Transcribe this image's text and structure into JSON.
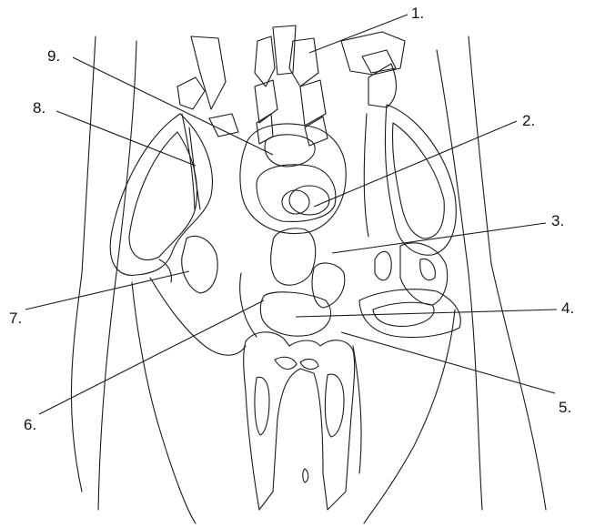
{
  "labels": [
    {
      "id": "1",
      "text": "1."
    },
    {
      "id": "2",
      "text": "2."
    },
    {
      "id": "3",
      "text": "3."
    },
    {
      "id": "4",
      "text": "4."
    },
    {
      "id": "5",
      "text": "5."
    },
    {
      "id": "6",
      "text": "6."
    },
    {
      "id": "7",
      "text": "7."
    },
    {
      "id": "8",
      "text": "8."
    },
    {
      "id": "9",
      "text": "9."
    }
  ],
  "colors": {
    "ink": "#1a1a1a",
    "background": "#ffffff"
  }
}
